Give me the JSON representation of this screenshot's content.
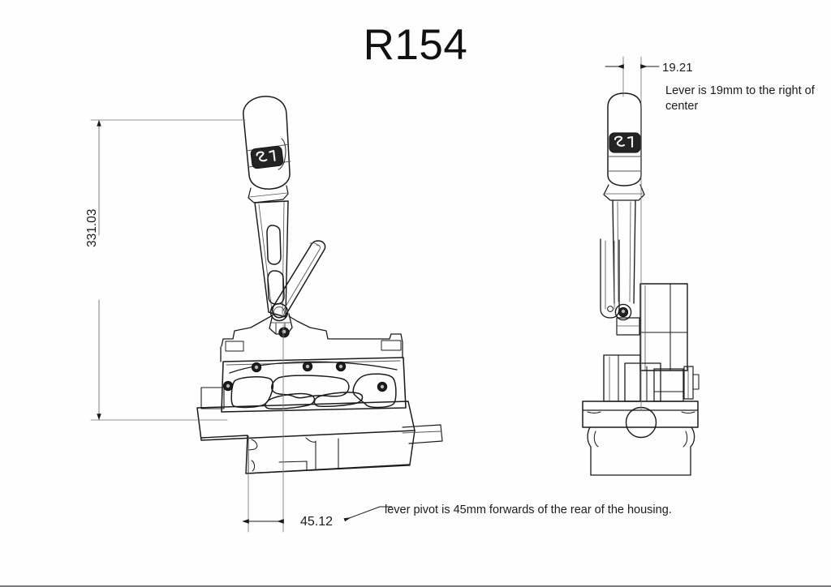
{
  "drawing": {
    "title": "R154",
    "background_color": "#fefefe",
    "line_color": "#1b1b1b",
    "thin_line_color": "#6e6e6e",
    "border_color": "#7c7c84",
    "sheet_width": 1024,
    "sheet_height": 724
  },
  "dimensions": {
    "overall_height": "331.03",
    "pivot_from_rear": "45.12",
    "lever_offset_from_center": "19.21"
  },
  "notes": {
    "lever_offset": "Lever is 19mm to the right of center",
    "lever_pivot": "lever pivot is 45mm forwards of the rear of the housing."
  },
  "views": {
    "side": {
      "name": "side-elevation",
      "knob_logo": "S1",
      "knob_logo_band_color": "#232323"
    },
    "front": {
      "name": "front-elevation",
      "knob_logo": "S1",
      "knob_logo_band_color": "#232323"
    }
  },
  "chart_data": {
    "type": "table",
    "title": "R154",
    "categories": [
      "overall_height",
      "pivot_from_rear",
      "lever_offset_from_center"
    ],
    "values": [
      331.03,
      45.12,
      19.21
    ],
    "xlabel": "",
    "ylabel": "millimetres",
    "annotations": [
      "Lever is 19mm to the right of center",
      "lever pivot is 45mm forwards of the rear of the housing."
    ]
  }
}
